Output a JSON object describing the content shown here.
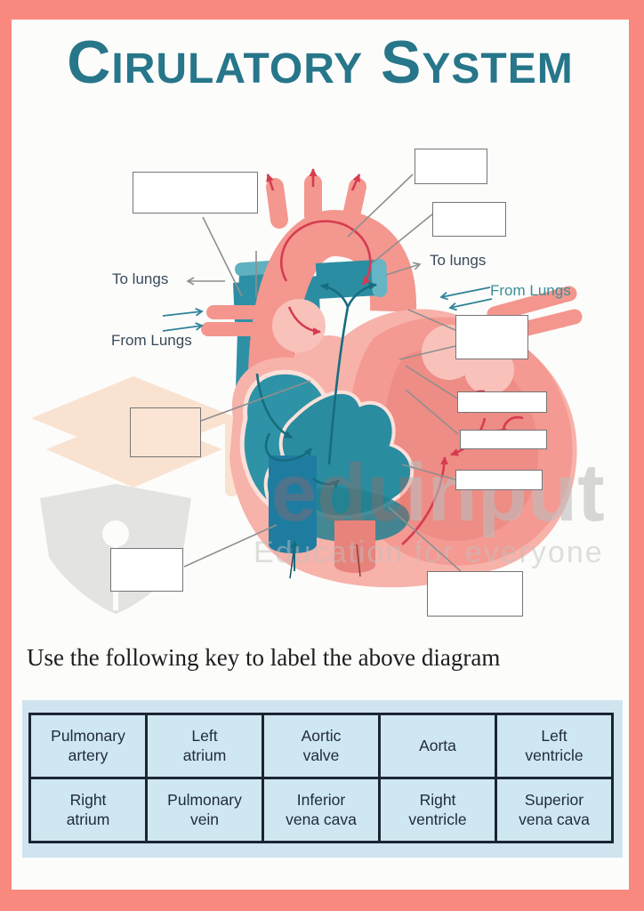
{
  "title": "Cirulatory System",
  "diagram": {
    "annotations": {
      "to_lungs_left": "To lungs",
      "from_lungs_left": "From Lungs",
      "to_lungs_right": "To lungs",
      "from_lungs_right": "From Lungs"
    },
    "blank_label_box_count": 10
  },
  "watermark": {
    "brand_prefix": "edu",
    "brand_suffix": "input",
    "tagline": "Education for everyone"
  },
  "key_section": {
    "instruction": "Use the following key to label the above diagram",
    "table": {
      "rows": [
        [
          "Pulmonary\nartery",
          "Left\natrium",
          "Aortic\nvalve",
          "Aorta",
          "Left\nventricle"
        ],
        [
          "Right\natrium",
          "Pulmonary\nvein",
          "Inferior\nvena cava",
          "Right\nventricle",
          "Superior\nvena cava"
        ]
      ]
    }
  },
  "colors": {
    "page_border": "#f9897e",
    "title_teal": "#27768a",
    "heart_pink": "#f49a92",
    "heart_teal": "#2e93a6",
    "vena_cava_blue": "#1f7ca1",
    "arrow_red": "#d63c50",
    "arrow_teal_dark": "#176d80",
    "pointer_gray": "#8f8f8f",
    "annotation_dark": "#394a5a",
    "annotation_teal": "#3a8f97",
    "table_bg": "#cfe4ee",
    "table_border": "#1c2534"
  }
}
